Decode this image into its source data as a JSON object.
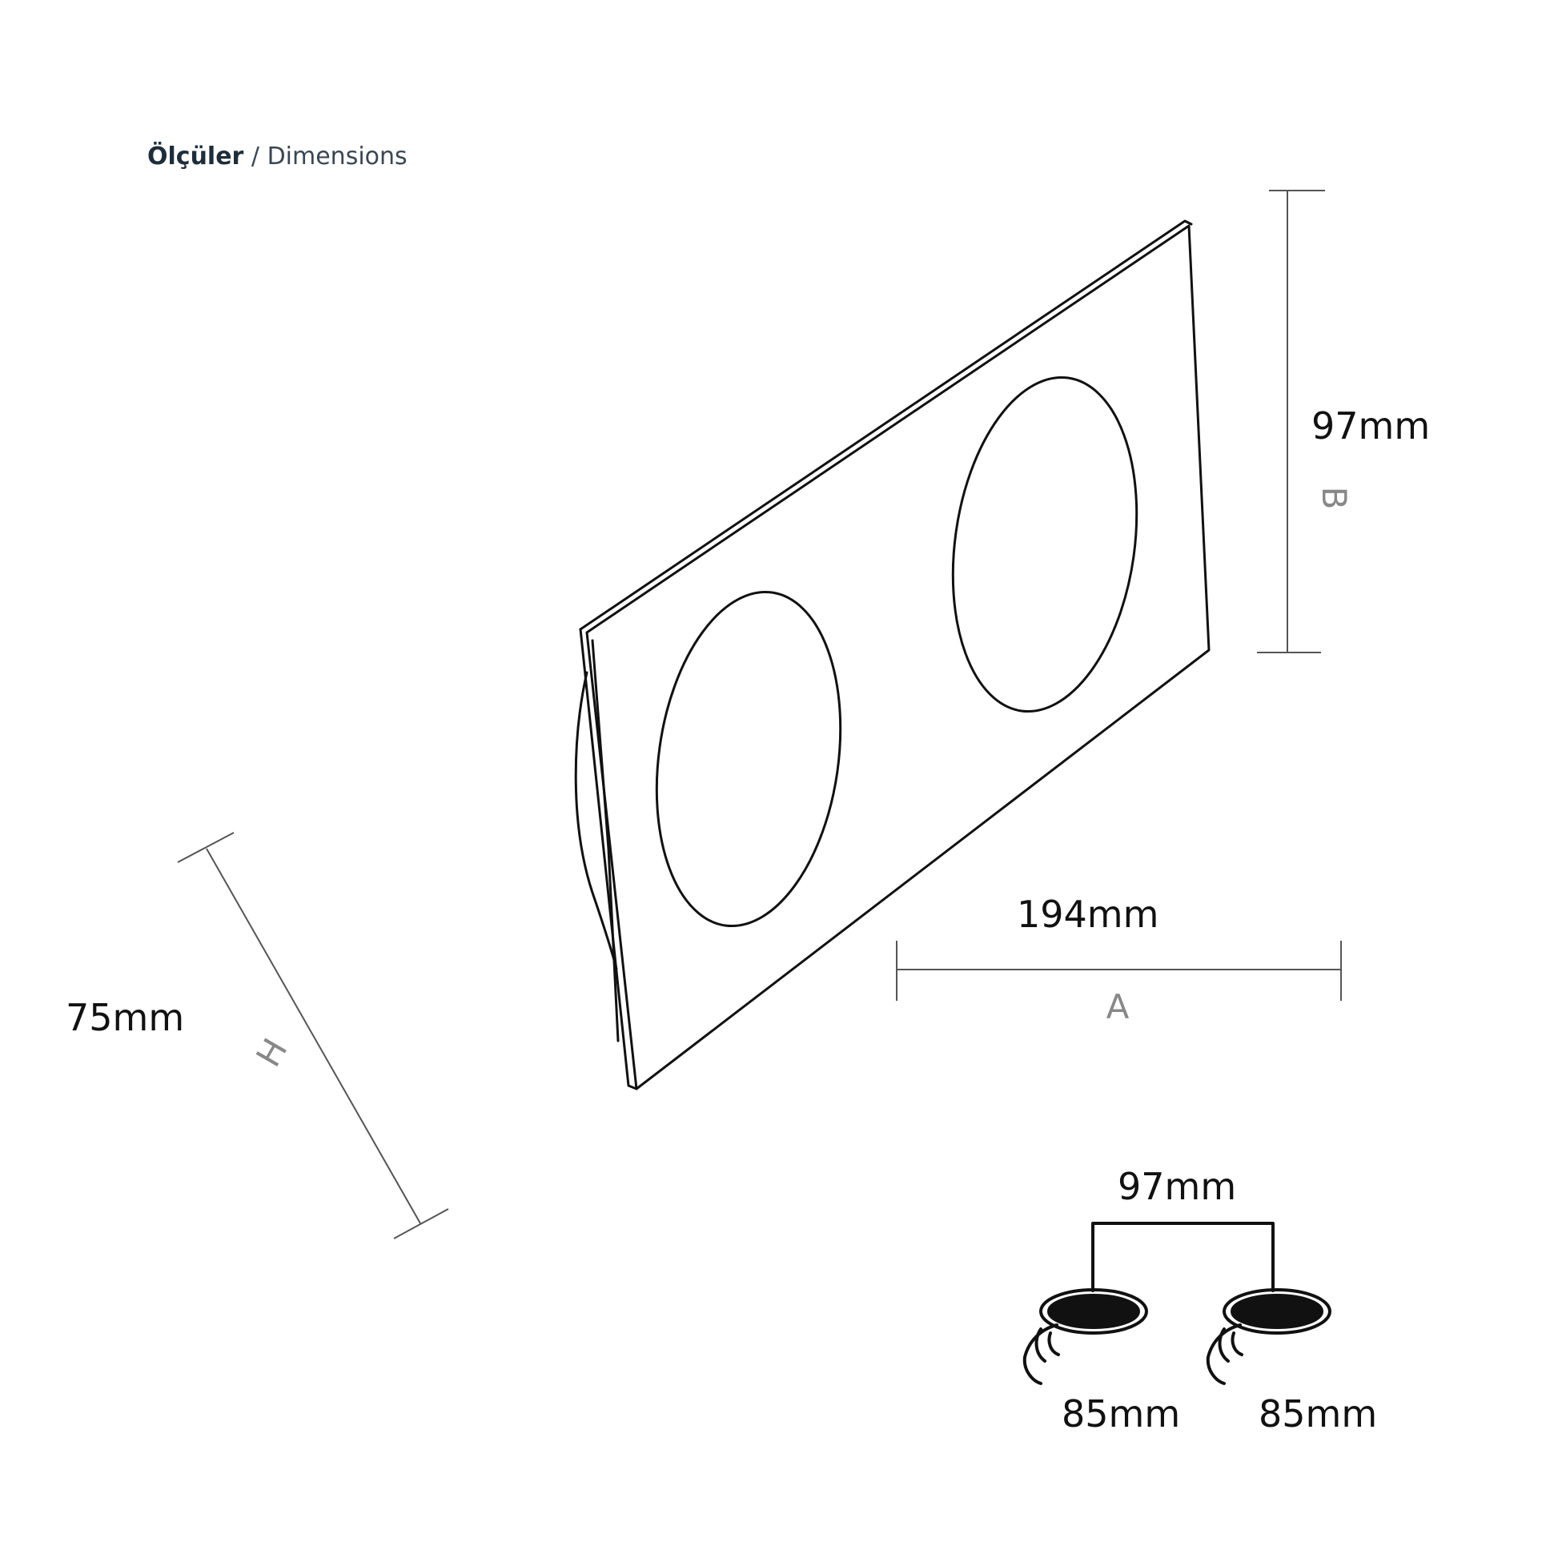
{
  "header": {
    "title_tr": "Ölçüler",
    "separator": "/",
    "title_en": "Dimensions"
  },
  "dimensions": {
    "height_value": "97mm",
    "height_letter": "B",
    "width_value": "194mm",
    "width_letter": "A",
    "depth_value": "75mm",
    "depth_letter": "H",
    "spacing_value": "97mm",
    "cutout_left_value": "85mm",
    "cutout_right_value": "85mm"
  },
  "colors": {
    "line": "#111111",
    "dim_line": "#555555",
    "letter": "#888888",
    "header": "#1e2d3a"
  }
}
